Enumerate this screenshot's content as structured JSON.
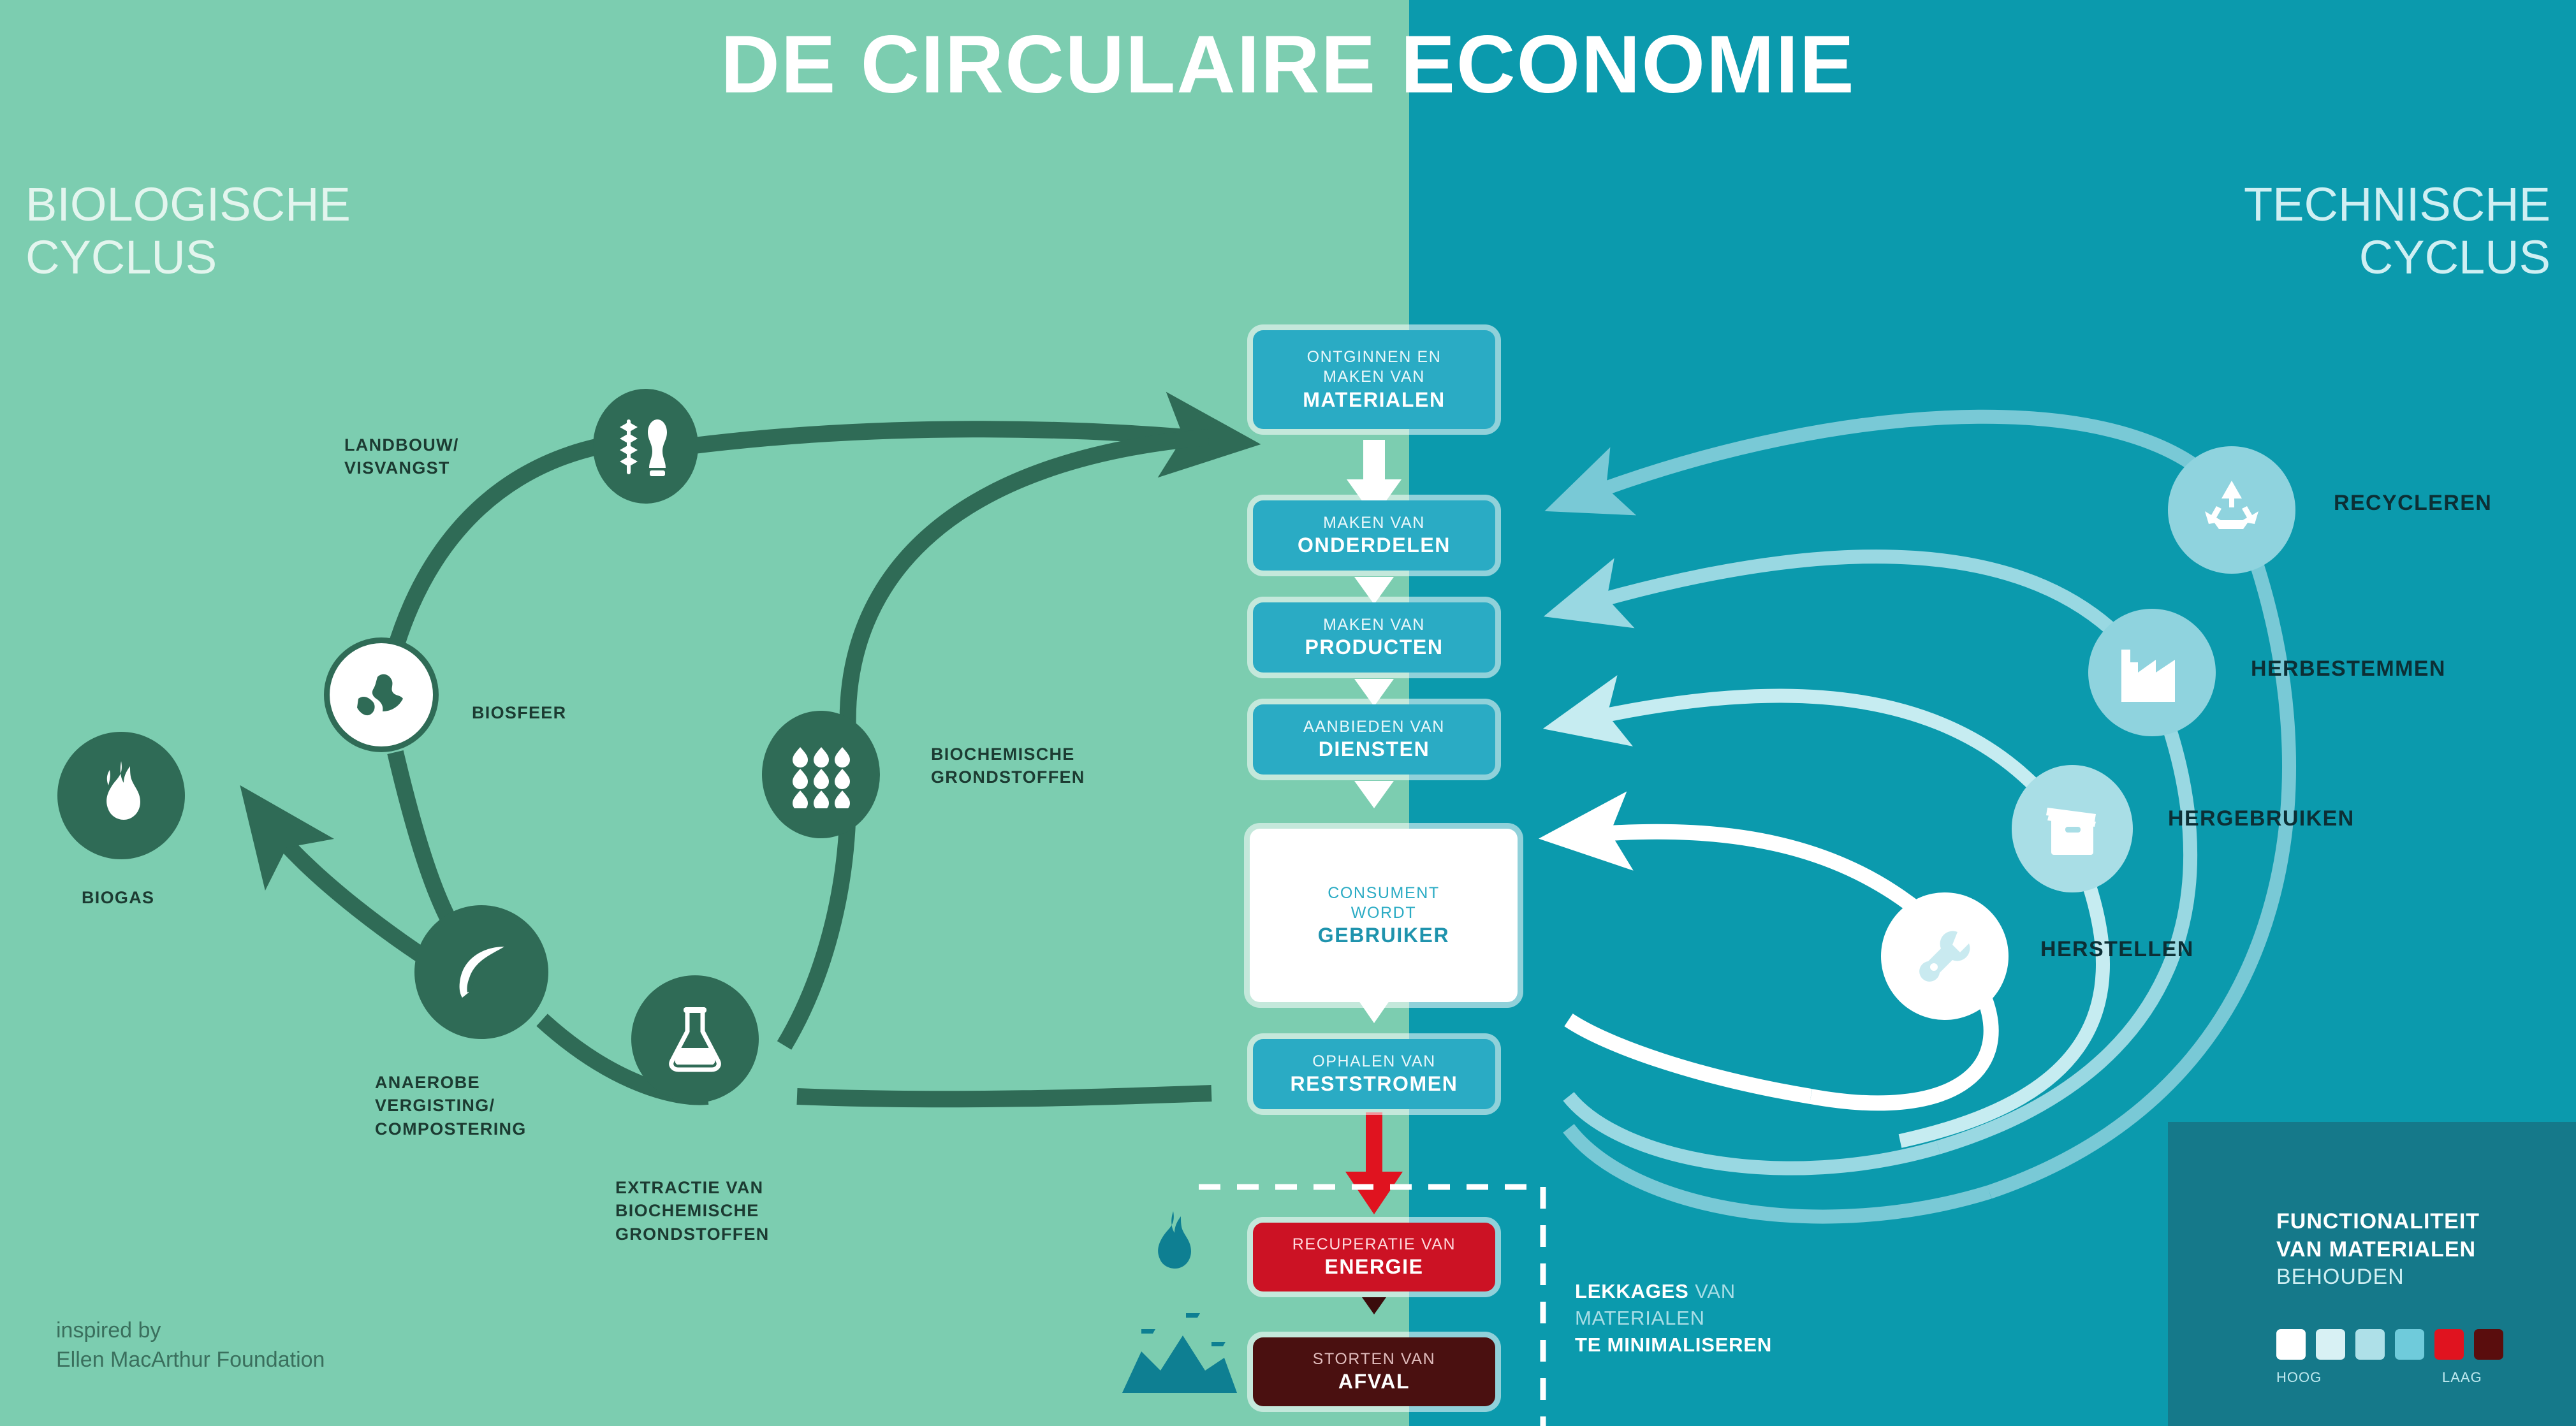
{
  "title": "DE CIRCULAIRE ECONOMIE",
  "cycles": {
    "left": "BIOLOGISCHE\nCYCLUS",
    "left_line1": "BIOLOGISCHE",
    "left_line2": "CYCLUS",
    "right_line1": "TECHNISCHE",
    "right_line2": "CYCLUS"
  },
  "flow_boxes": [
    {
      "line1": "ONTGINNEN EN",
      "line1b": "MAKEN VAN",
      "line2": "MATERIALEN",
      "style": "teal"
    },
    {
      "line1": "MAKEN VAN",
      "line2": "ONDERDELEN",
      "style": "teal"
    },
    {
      "line1": "MAKEN VAN",
      "line2": "PRODUCTEN",
      "style": "teal"
    },
    {
      "line1": "AANBIEDEN VAN",
      "line2": "DIENSTEN",
      "style": "teal"
    },
    {
      "line1": "CONSUMENT",
      "line1b": "WORDT",
      "line2": "GEBRUIKER",
      "style": "white"
    },
    {
      "line1": "OPHALEN VAN",
      "line2": "RESTSTROMEN",
      "style": "teal"
    },
    {
      "line1": "RECUPERATIE VAN",
      "line2": "ENERGIE",
      "style": "red"
    },
    {
      "line1": "STORTEN VAN",
      "line2": "AFVAL",
      "style": "darkred"
    }
  ],
  "biological_nodes": [
    {
      "id": "landbouw",
      "label": "LANDBOUW/\nVISVANGST",
      "label_line1": "LANDBOUW/",
      "label_line2": "VISVANGST",
      "icon": "wheat-fish-icon"
    },
    {
      "id": "biosfeer",
      "label": "BIOSFEER",
      "icon": "globe-icon"
    },
    {
      "id": "biogas",
      "label": "BIOGAS",
      "icon": "flame-icon"
    },
    {
      "id": "anaerobe",
      "label_line1": "ANAEROBE",
      "label_line2": "VERGISTING/",
      "label_line3": "COMPOSTERING",
      "icon": "leaf-icon"
    },
    {
      "id": "extractie",
      "label_line1": "EXTRACTIE VAN",
      "label_line2": "BIOCHEMISCHE",
      "label_line3": "GRONDSTOFFEN",
      "icon": "flask-icon"
    },
    {
      "id": "biochem",
      "label_line1": "BIOCHEMISCHE",
      "label_line2": "GRONDSTOFFEN",
      "icon": "droplets-icon"
    }
  ],
  "technical_nodes": [
    {
      "id": "recycleren",
      "label": "RECYCLEREN",
      "icon": "recycle-icon"
    },
    {
      "id": "herbestemmen",
      "label": "HERBESTEMMEN",
      "icon": "factory-icon"
    },
    {
      "id": "hergebruiken",
      "label": "HERGEBRUIKEN",
      "icon": "box-icon"
    },
    {
      "id": "herstellen",
      "label": "HERSTELLEN",
      "icon": "wrench-icon"
    }
  ],
  "leakage": {
    "word1": "LEKKAGES",
    "word2": "VAN",
    "line2": "MATERIALEN",
    "line3": "TE MINIMALISEREN"
  },
  "corner": {
    "line1": "FUNCTIONALITEIT",
    "line2": "VAN MATERIALEN",
    "line3": "BEHOUDEN",
    "scale_high": "HOOG",
    "scale_low": "LAAG",
    "swatches": [
      "#ffffff",
      "#d8f1f4",
      "#aee0e8",
      "#6fcbdb",
      "#e0131f",
      "#5a0d0d"
    ]
  },
  "credit": {
    "line1": "inspired by",
    "line2": "Ellen MacArthur Foundation"
  },
  "colors": {
    "bio_bg": "#7ccdb0",
    "tech_bg": "#0b9aad",
    "corner_bg": "#15798a",
    "bio_dark": "#2f6b56",
    "box_teal": "#2aabc4",
    "energy_red": "#cc1224",
    "waste_dark": "#4a1010"
  }
}
